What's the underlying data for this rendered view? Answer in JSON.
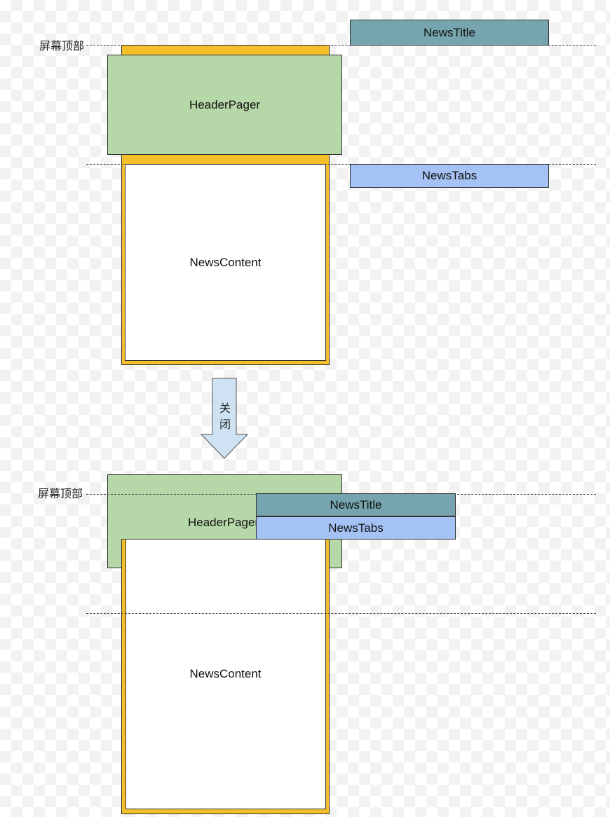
{
  "top_diagram": {
    "screen_top_label": "屏幕顶部",
    "news_title": "NewsTitle",
    "header_pager": "HeaderPager",
    "news_tabs": "NewsTabs",
    "news_content": "NewsContent"
  },
  "transition": {
    "line1": "关",
    "line2": "闭"
  },
  "bottom_diagram": {
    "screen_top_label": "屏幕顶部",
    "header_pager": "HeaderPager",
    "news_title": "NewsTitle",
    "news_tabs": "NewsTabs",
    "news_content": "NewsContent"
  },
  "colors": {
    "container_border": "#f4bf2a",
    "header_pager": "#b6d7a8",
    "news_title": "#76a5af",
    "news_tabs": "#a4c2f4",
    "arrow": "#cfe2f3"
  }
}
